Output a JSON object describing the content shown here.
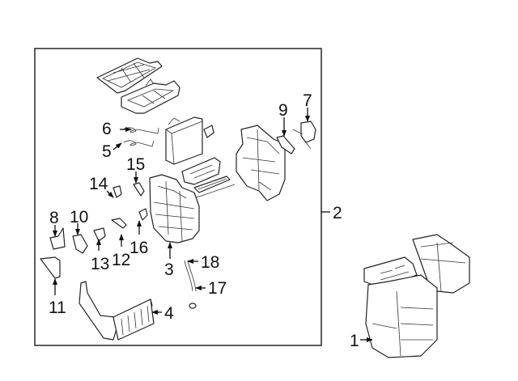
{
  "diagram": {
    "title": "Heater / A/C housing assembly exploded view",
    "assembly_box_label": "2",
    "callouts": [
      {
        "id": "1"
      },
      {
        "id": "2"
      },
      {
        "id": "3"
      },
      {
        "id": "4"
      },
      {
        "id": "5"
      },
      {
        "id": "6"
      },
      {
        "id": "7"
      },
      {
        "id": "8"
      },
      {
        "id": "9"
      },
      {
        "id": "10"
      },
      {
        "id": "11"
      },
      {
        "id": "12"
      },
      {
        "id": "13"
      },
      {
        "id": "14"
      },
      {
        "id": "15"
      },
      {
        "id": "16"
      },
      {
        "id": "17"
      },
      {
        "id": "18"
      }
    ],
    "colors": {
      "line": "#222222",
      "background": "#ffffff",
      "box": "#333333"
    }
  }
}
